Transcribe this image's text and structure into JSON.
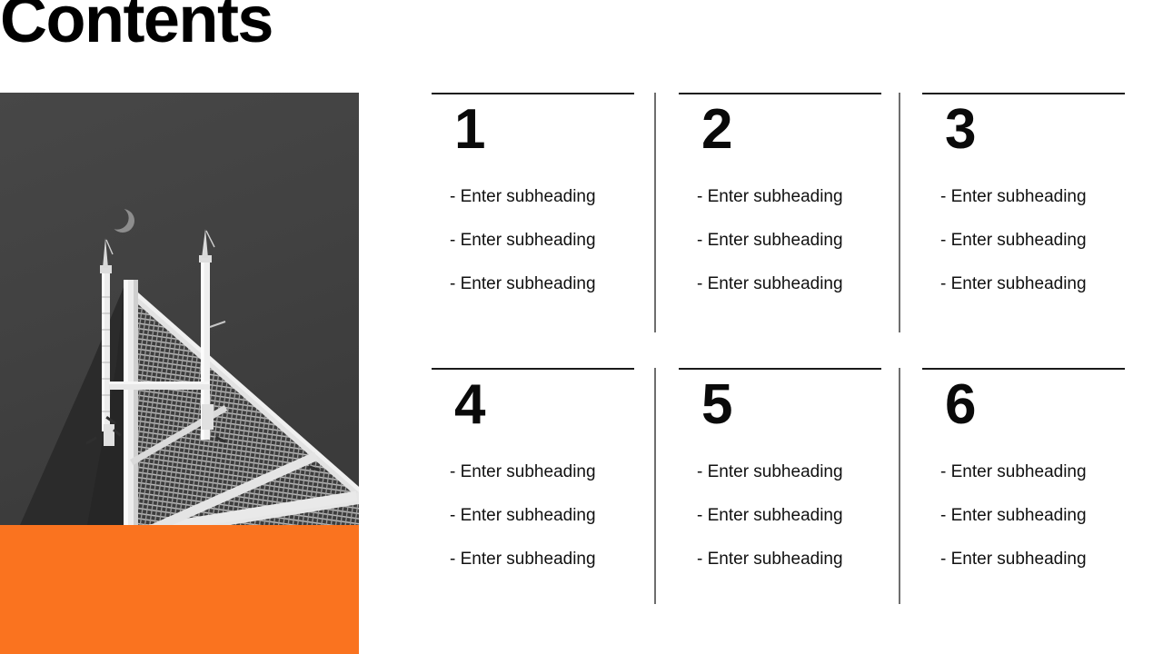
{
  "slide": {
    "title": "Contents",
    "background_color": "#ffffff",
    "accent_color": "#fa731f",
    "text_color": "#111111",
    "rule_color": "#1a1a1a",
    "divider_color": "#6e6e6e"
  },
  "photo": {
    "alt": "black and white photograph of a tall lattice antenna tower with two white masts and a crescent moon in the dark sky",
    "sky_color": "#414141",
    "structure_color": "#e8e8e8",
    "mesh_color": "#3a3a3a"
  },
  "orange_block": {
    "color": "#fa731f"
  },
  "columns": [
    {
      "number": "1",
      "items": [
        "- Enter subheading",
        "- Enter subheading",
        "- Enter subheading"
      ]
    },
    {
      "number": "2",
      "items": [
        "- Enter subheading",
        "- Enter subheading",
        "- Enter subheading"
      ]
    },
    {
      "number": "3",
      "items": [
        "- Enter subheading",
        "- Enter subheading",
        "- Enter subheading"
      ]
    },
    {
      "number": "4",
      "items": [
        "- Enter subheading",
        "- Enter subheading",
        "- Enter subheading"
      ]
    },
    {
      "number": "5",
      "items": [
        "- Enter subheading",
        "- Enter subheading",
        "- Enter subheading"
      ]
    },
    {
      "number": "6",
      "items": [
        "- Enter subheading",
        "- Enter subheading",
        "- Enter subheading"
      ]
    }
  ]
}
